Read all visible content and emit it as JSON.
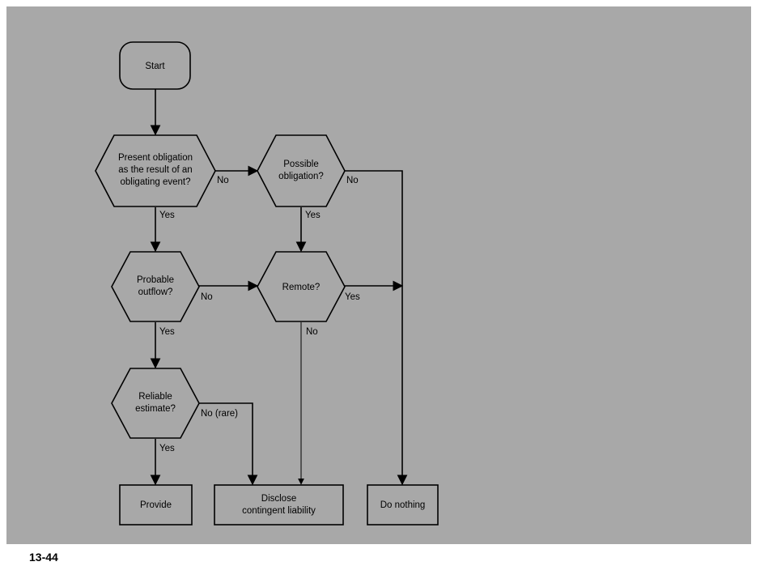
{
  "diagram": {
    "nodes": {
      "start": "Start",
      "present_obligation": [
        "Present obligation",
        "as the result of an",
        "obligating event?"
      ],
      "possible_obligation": [
        "Possible",
        "obligation?"
      ],
      "probable_outflow": [
        "Probable",
        "outflow?"
      ],
      "remote": "Remote?",
      "reliable_estimate": [
        "Reliable",
        "estimate?"
      ],
      "provide": "Provide",
      "disclose": [
        "Disclose",
        "contingent liability"
      ],
      "do_nothing": "Do nothing"
    },
    "edge_labels": {
      "present_no": "No",
      "present_yes": "Yes",
      "possible_no": "No",
      "possible_yes": "Yes",
      "probable_no": "No",
      "probable_yes": "Yes",
      "remote_yes": "Yes",
      "remote_no": "No",
      "reliable_no": "No (rare)",
      "reliable_yes": "Yes"
    }
  },
  "footer": {
    "slide_number": "13-44"
  }
}
